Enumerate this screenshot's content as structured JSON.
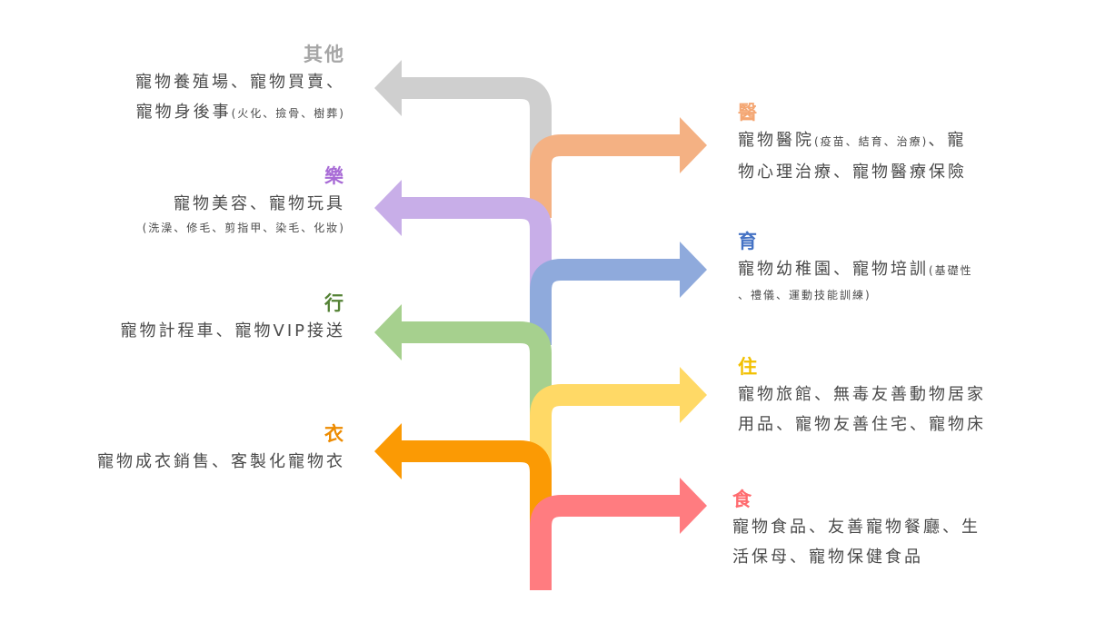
{
  "colors": {
    "other": "#cfcfcf",
    "le": "#c8aee8",
    "xing": "#a6d08e",
    "yi": "#fb9a04",
    "yi_med": "#f4b183",
    "yu": "#8faadc",
    "zhu": "#ffd966",
    "shi": "#ff7c80"
  },
  "left": [
    {
      "title": "其他",
      "line1": "寵物養殖場、寵物買賣、",
      "line2": "寵物身後事",
      "line2_small": "(火化、撿骨、樹葬)"
    },
    {
      "title": "樂",
      "line1": "寵物美容、寵物玩具",
      "line2_small": "(洗澡、修毛、剪指甲、染毛、化妝)"
    },
    {
      "title": "行",
      "line1": "寵物計程車、寵物VIP接送"
    },
    {
      "title": "衣",
      "line1": "寵物成衣銷售、客製化寵物衣"
    }
  ],
  "right": [
    {
      "title": "醫",
      "line1a": "寵物醫院",
      "line1_small": "(疫苗、結育、治療)",
      "line1b": "、寵",
      "line2": "物心理治療、寵物醫療保險"
    },
    {
      "title": "育",
      "line1a": "寵物幼稚園、寵物培訓",
      "line1_small": "(基礎性",
      "line2_small": "、禮儀、運動技能訓練)"
    },
    {
      "title": "住",
      "line1": "寵物旅館、無毒友善動物居家",
      "line2": "用品、寵物友善住宅、寵物床"
    },
    {
      "title": "食",
      "line1": "寵物食品、友善寵物餐廳、生",
      "line2": "活保母、寵物保健食品"
    }
  ]
}
